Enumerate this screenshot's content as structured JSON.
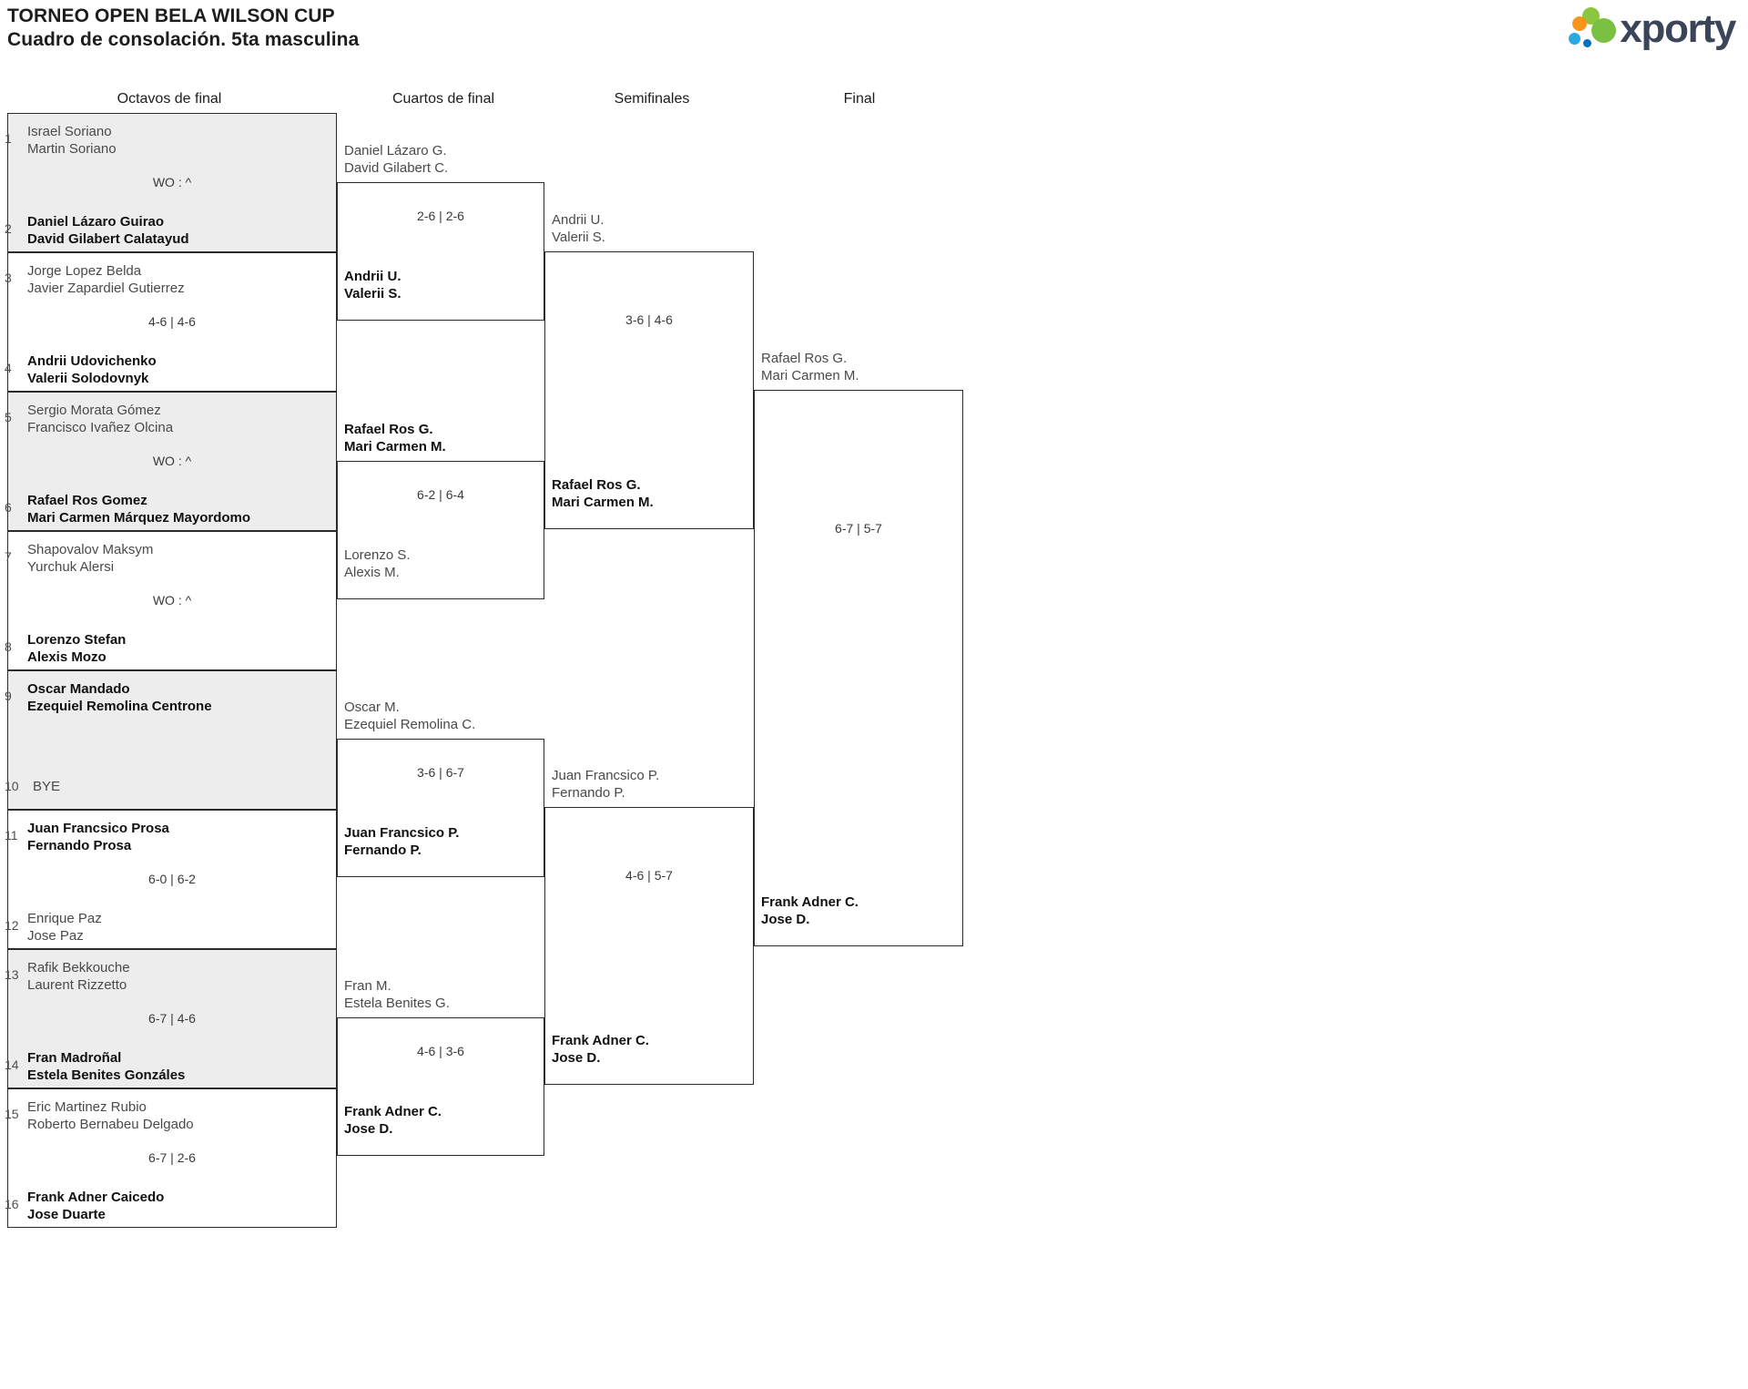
{
  "header": {
    "title_line1": "TORNEO OPEN BELA WILSON CUP",
    "title_line2": "Cuadro de consolación. 5ta masculina",
    "logo_text": "xporty"
  },
  "rounds": [
    {
      "label": "Octavos de final"
    },
    {
      "label": "Cuartos de final"
    },
    {
      "label": "Semifinales"
    },
    {
      "label": "Final"
    }
  ],
  "round1": {
    "slots": [
      {
        "seed": "1",
        "p1": "Israel Soriano",
        "p2": "Martin Soriano",
        "status": "loser"
      },
      {
        "seed": "2",
        "p1": "Daniel Lázaro Guirao",
        "p2": "David Gilabert Calatayud",
        "status": "winner"
      },
      {
        "seed": "3",
        "p1": "Jorge Lopez Belda",
        "p2": "Javier Zapardiel Gutierrez",
        "status": "loser"
      },
      {
        "seed": "4",
        "p1": "Andrii Udovichenko",
        "p2": "Valerii Solodovnyk",
        "status": "winner"
      },
      {
        "seed": "5",
        "p1": "Sergio Morata Gómez",
        "p2": "Francisco Ivañez Olcina",
        "status": "loser"
      },
      {
        "seed": "6",
        "p1": "Rafael Ros Gomez",
        "p2": "Mari Carmen Márquez Mayordomo",
        "status": "winner"
      },
      {
        "seed": "7",
        "p1": "Shapovalov Maksym",
        "p2": "Yurchuk Alersi",
        "status": "loser"
      },
      {
        "seed": "8",
        "p1": "Lorenzo Stefan",
        "p2": "Alexis Mozo",
        "status": "winner"
      },
      {
        "seed": "9",
        "p1": "Oscar Mandado",
        "p2": "Ezequiel Remolina Centrone",
        "status": "winner"
      },
      {
        "seed": "10",
        "p1": "BYE",
        "p2": "",
        "status": "bye"
      },
      {
        "seed": "11",
        "p1": "Juan Francsico Prosa",
        "p2": "Fernando Prosa",
        "status": "winner"
      },
      {
        "seed": "12",
        "p1": "Enrique Paz",
        "p2": "Jose Paz",
        "status": "loser"
      },
      {
        "seed": "13",
        "p1": "Rafik Bekkouche",
        "p2": "Laurent Rizzetto",
        "status": "loser"
      },
      {
        "seed": "14",
        "p1": "Fran Madroñal",
        "p2": "Estela Benites Gonzáles",
        "status": "winner"
      },
      {
        "seed": "15",
        "p1": "Eric Martinez Rubio",
        "p2": "Roberto Bernabeu Delgado",
        "status": "loser"
      },
      {
        "seed": "16",
        "p1": "Frank Adner Caicedo",
        "p2": "Jose Duarte",
        "status": "winner"
      }
    ],
    "scores": [
      "WO : ^",
      "4-6 | 4-6",
      "WO : ^",
      "WO : ^",
      "",
      "6-0 | 6-2",
      "6-7 | 4-6",
      "6-7 | 2-6"
    ]
  },
  "round2": {
    "matches": [
      {
        "score": "2-6 | 2-6",
        "top": {
          "p1": "Daniel Lázaro G.",
          "p2": "David Gilabert C.",
          "status": "loser"
        },
        "bottom": {
          "p1": "Andrii U.",
          "p2": "Valerii S.",
          "status": "winner"
        }
      },
      {
        "score": "6-2 | 6-4",
        "top": {
          "p1": "Rafael Ros G.",
          "p2": "Mari Carmen M.",
          "status": "winner"
        },
        "bottom": {
          "p1": "Lorenzo S.",
          "p2": "Alexis M.",
          "status": "loser"
        }
      },
      {
        "score": "3-6 | 6-7",
        "top": {
          "p1": "Oscar M.",
          "p2": "Ezequiel Remolina C.",
          "status": "loser"
        },
        "bottom": {
          "p1": "Juan Francsico P.",
          "p2": "Fernando P.",
          "status": "winner"
        }
      },
      {
        "score": "4-6 | 3-6",
        "top": {
          "p1": "Fran M.",
          "p2": "Estela Benites G.",
          "status": "loser"
        },
        "bottom": {
          "p1": "Frank Adner C.",
          "p2": "Jose D.",
          "status": "winner"
        }
      }
    ]
  },
  "round3": {
    "matches": [
      {
        "score": "3-6 | 4-6",
        "top": {
          "p1": "Andrii U.",
          "p2": "Valerii S.",
          "status": "loser"
        },
        "bottom": {
          "p1": "Rafael Ros G.",
          "p2": "Mari Carmen M.",
          "status": "winner"
        }
      },
      {
        "score": "4-6 | 5-7",
        "top": {
          "p1": "Juan Francsico P.",
          "p2": "Fernando P.",
          "status": "loser"
        },
        "bottom": {
          "p1": "Frank Adner C.",
          "p2": "Jose D.",
          "status": "winner"
        }
      }
    ]
  },
  "round4": {
    "matches": [
      {
        "score": "6-7 | 5-7",
        "top": {
          "p1": "Rafael Ros G.",
          "p2": "Mari Carmen M.",
          "status": "loser"
        },
        "bottom": {
          "p1": "Frank Adner C.",
          "p2": "Jose D.",
          "status": "winner"
        }
      }
    ]
  }
}
